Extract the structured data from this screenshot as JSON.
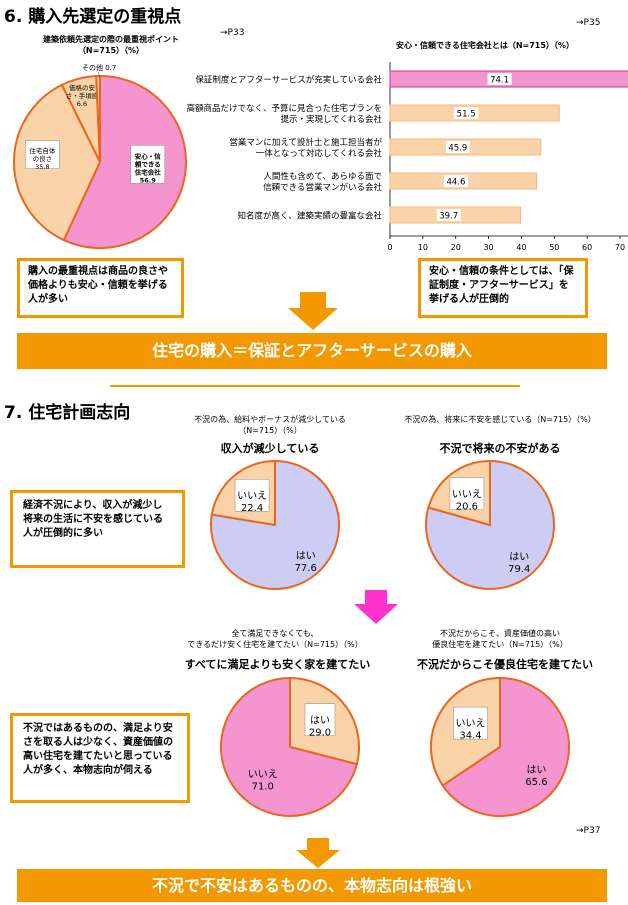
{
  "section6": {
    "title": "6. 購入先選定の重視点",
    "pie_title_line1": "建築依頼先選定の際の最重視ポイント",
    "pie_title_line2": "（N=715）（%）",
    "pie_ref": "→P33",
    "bar_title": "安心・信頼できる住宅会社とは（N=715）（%）",
    "bar_ref": "→P35",
    "box_left": "購入の最重視点は商品の良さや価格よりも安心・信頼を挙げる人が多い",
    "box_right": "安心・信頼の条件としては、「保証制度・アフターサービス」を挙げる人が圧倒的",
    "banner": "住宅の購入＝保証とアフターサービスの購入"
  },
  "section7": {
    "title": "7. 住宅計画志向",
    "pie1_note_line1": "不況の為、給料やボーナスが減少している",
    "pie1_note_line2": "（N=715）（%）",
    "pie1_heading": "収入が減少している",
    "pie2_note": "不況の為、将来に不安を感じている（N=715）（%）",
    "pie2_heading": "不況で将来の不安がある",
    "pie3_note_line1": "全て満足できなくても、",
    "pie3_note_line2": "できるだけ安く住宅を建てたい（N=715）（%）",
    "pie3_heading": "すべてに満足よりも安く家を建てたい",
    "pie4_note_line1": "不況だからこそ、資産価値の高い",
    "pie4_note_line2": "優良住宅を建てたい（N=715）（%）",
    "pie4_heading": "不況だからこそ優良住宅を建てたい",
    "ref": "→P37",
    "box_upper": "経済不況により、収入が減少し将来の生活に不安を感じている人が圧倒的に多い",
    "box_lower": "不況ではあるものの、満足より安さを取る人は少なく、資産価値の高い住宅を建てたいと思っている人が多く、本物志向が伺える",
    "banner": "不況で不安はあるものの、本物志向は根強い"
  },
  "colors": {
    "orange": "#f39800",
    "pink": "#f595d0",
    "peach": "#fbd3a8",
    "lavender": "#ccccf5",
    "slice_border": "#e8671c",
    "magenta_arrow": "#ff33cc"
  },
  "chart_data": [
    {
      "type": "pie",
      "title": "建築依頼先選定の際の最重視ポイント",
      "slices": [
        {
          "label": "安心・信頼できる住宅会社",
          "value": 56.9
        },
        {
          "label": "住宅自体の良さ",
          "value": 35.8
        },
        {
          "label": "価格の安さ・手頃感",
          "value": 6.6
        },
        {
          "label": "その他",
          "value": 0.7
        }
      ]
    },
    {
      "type": "bar",
      "orientation": "horizontal",
      "title": "安心・信頼できる住宅会社とは",
      "categories": [
        "保証制度とアフターサービスが充実している会社",
        "高額商品だけでなく、予算に見合った住宅プランを提示・実現してくれる会社",
        "営業マンに加えて設計士と施工担当者が一体となって対応してくれる会社",
        "人間性も含めて、あらゆる面で信頼できる営業マンがいる会社",
        "知名度が高く、建築実績の豊富な会社"
      ],
      "values": [
        74.1,
        51.5,
        45.9,
        44.6,
        39.7
      ],
      "xlim": [
        0,
        70
      ],
      "xticks": [
        0,
        10,
        20,
        30,
        40,
        50,
        60,
        70
      ],
      "grid": false
    },
    {
      "type": "pie",
      "title": "収入が減少している",
      "slices": [
        {
          "label": "はい",
          "value": 77.6
        },
        {
          "label": "いいえ",
          "value": 22.4
        }
      ]
    },
    {
      "type": "pie",
      "title": "不況で将来の不安がある",
      "slices": [
        {
          "label": "はい",
          "value": 79.4
        },
        {
          "label": "いいえ",
          "value": 20.6
        }
      ]
    },
    {
      "type": "pie",
      "title": "すべてに満足よりも安く家を建てたい",
      "slices": [
        {
          "label": "はい",
          "value": 29.0
        },
        {
          "label": "いいえ",
          "value": 71.0
        }
      ]
    },
    {
      "type": "pie",
      "title": "不況だからこそ優良住宅を建てたい",
      "slices": [
        {
          "label": "はい",
          "value": 65.6
        },
        {
          "label": "いいえ",
          "value": 34.4
        }
      ]
    }
  ]
}
